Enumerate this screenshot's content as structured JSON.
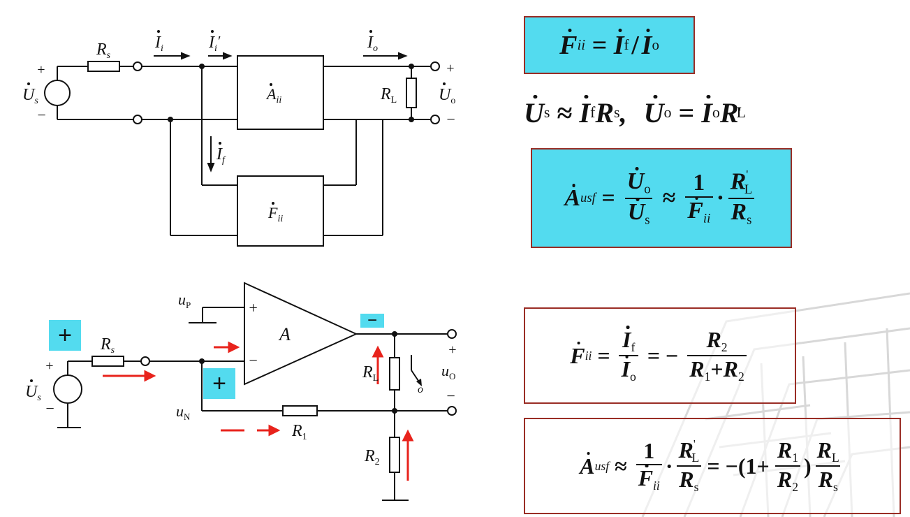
{
  "circuit_top": {
    "labels": {
      "rs": "R",
      "rs_sub": "s",
      "ii": "I",
      "ii_sub": "i",
      "iip": "I",
      "iip_sub": "i",
      "iip_prime": "′",
      "io": "I",
      "io_sub": "o",
      "us": "U",
      "us_sub": "s",
      "plus": "+",
      "minus": "−",
      "aii": "A",
      "aii_sub": "ii",
      "if": "I",
      "if_sub": "f",
      "fii": "F",
      "fii_sub": "ii",
      "rl": "R",
      "rl_sub": "L",
      "uo": "U",
      "uo_sub": "o"
    }
  },
  "circuit_bottom": {
    "labels": {
      "up": "u",
      "up_sub": "P",
      "un": "u",
      "un_sub": "N",
      "amp": "A",
      "rs": "R",
      "rs_sub": "s",
      "us": "U",
      "us_sub": "s",
      "r1": "R",
      "r1_sub": "1",
      "r2": "R",
      "r2_sub": "2",
      "rl": "R",
      "rl_sub": "L",
      "uo": "u",
      "uo_sub": "O",
      "io_sub": "o",
      "plus": "+",
      "minus": "−"
    },
    "marks": {
      "left_plus": "+",
      "mid_plus": "+",
      "out_minus": "−"
    }
  },
  "formulas": {
    "f1": {
      "lhs": "F",
      "lhs_sub": "ii",
      "eq": "=",
      "a": "I",
      "a_sub": "f",
      "div": "/",
      "b": "I",
      "b_sub": "o"
    },
    "f2": {
      "a": "U",
      "a_sub": "s",
      "approx": "≈",
      "b": "I",
      "b_sub": "f",
      "c": "R",
      "c_sub": "s",
      "comma": ",",
      "d": "U",
      "d_sub": "o",
      "eq": "=",
      "e": "I",
      "e_sub": "o",
      "f": "R",
      "f_sub": "L",
      "f_prime": "'"
    },
    "f3": {
      "lhs": "A",
      "lhs_sub": "usf",
      "eq": "=",
      "num1": "U",
      "num1_sub": "o",
      "den1": "U",
      "den1_sub": "s",
      "approx": "≈",
      "num2": "1",
      "den2": "F",
      "den2_sub": "ii",
      "dot": "·",
      "num3": "R",
      "num3_sub": "L",
      "num3_prime": "'",
      "den3": "R",
      "den3_sub": "s"
    },
    "f4": {
      "lhs": "F",
      "lhs_sub": "ii",
      "eq": "=",
      "num1": "I",
      "num1_sub": "f",
      "den1": "I",
      "den1_sub": "o",
      "eq2": "= −",
      "num2": "R",
      "num2_sub": "2",
      "den2a": "R",
      "den2a_sub": "1",
      "plus": "+",
      "den2b": "R",
      "den2b_sub": "2"
    },
    "f5": {
      "lhs": "A",
      "lhs_sub": "usf",
      "approx": "≈",
      "num1": "1",
      "den1": "F",
      "den1_sub": "ii",
      "dot": "·",
      "num2": "R",
      "num2_sub": "L",
      "num2_prime": "'",
      "den2": "R",
      "den2_sub": "s",
      "eq": "= −(1+",
      "num3": "R",
      "num3_sub": "1",
      "den3": "R",
      "den3_sub": "2",
      "close": ")",
      "num4": "R",
      "num4_sub": "L",
      "den4": "R",
      "den4_sub": "s"
    }
  },
  "colors": {
    "cyan": "#53dbef",
    "border": "#9a2d25",
    "arrow_red": "#e8231c"
  }
}
